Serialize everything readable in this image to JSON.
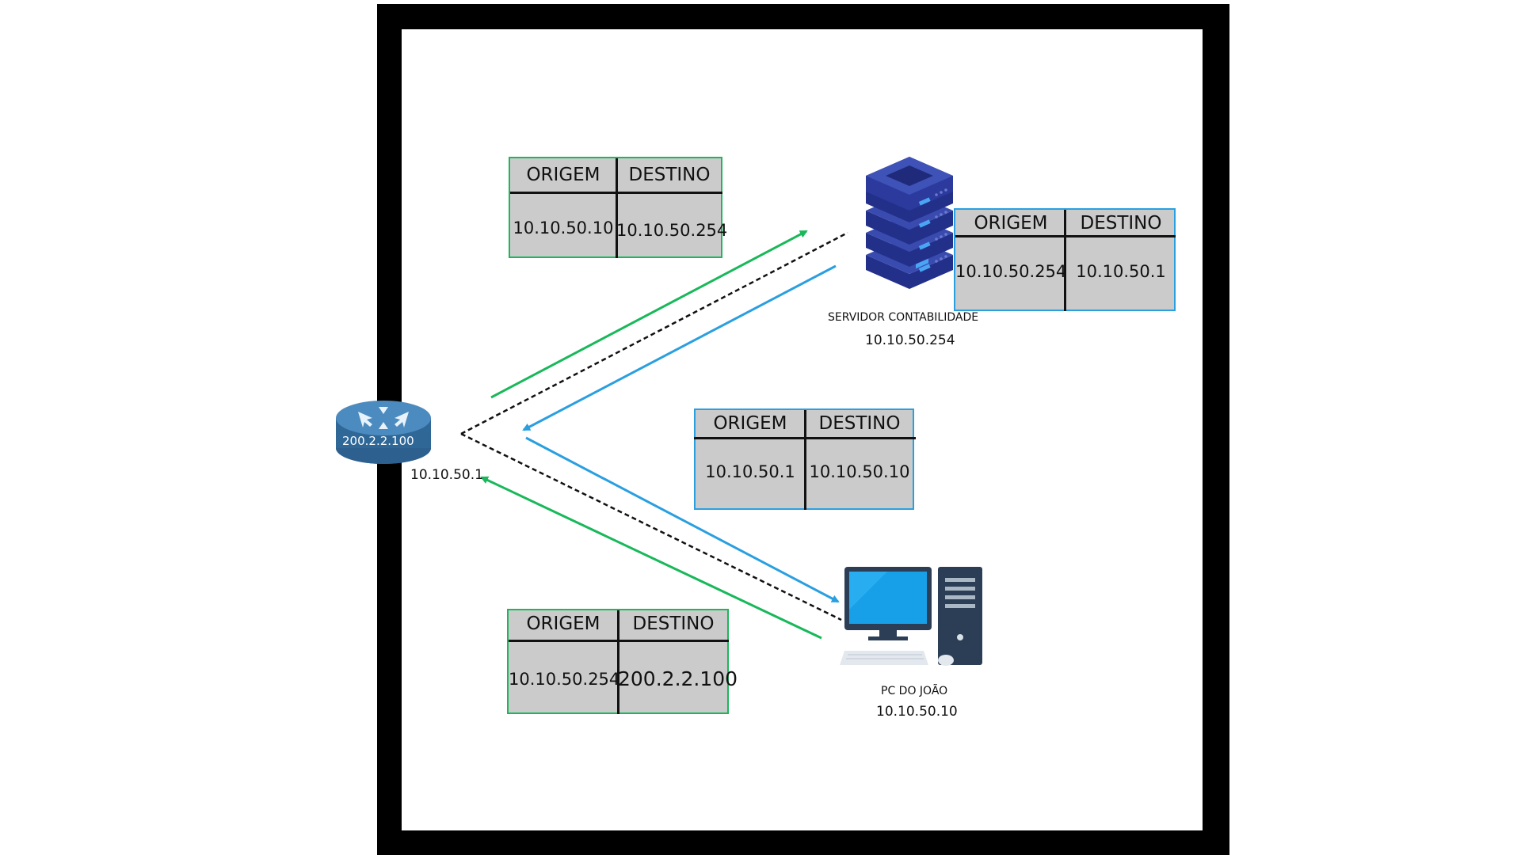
{
  "tables": [
    {
      "id": "t1",
      "header_left": "ORIGEM",
      "header_right": "DESTINO",
      "origin": "10.10.50.10",
      "dest": "10.10.50.254",
      "color": "#19b85a"
    },
    {
      "id": "t2",
      "header_left": "ORIGEM",
      "header_right": "DESTINO",
      "origin": "10.10.50.254",
      "dest": "10.10.50.1",
      "color": "#2a9fe0"
    },
    {
      "id": "t3",
      "header_left": "ORIGEM",
      "header_right": "DESTINO",
      "origin": "10.10.50.1",
      "dest": "10.10.50.10",
      "color": "#2a9fe0"
    },
    {
      "id": "t4",
      "header_left": "ORIGEM",
      "header_right": "DESTINO",
      "origin": "10.10.50.254",
      "dest": "200.2.2.100",
      "color": "#19b85a"
    }
  ],
  "router": {
    "icon": "router-icon",
    "public_ip": "200.2.2.100",
    "lan_ip": "10.10.50.1"
  },
  "server": {
    "icon": "server-stack-icon",
    "name": "SERVIDOR CONTABILIDADE",
    "ip": "10.10.50.254"
  },
  "pc": {
    "icon": "desktop-computer-icon",
    "name": "PC DO JOÃO",
    "ip": "10.10.50.10"
  },
  "colors": {
    "green": "#19b85a",
    "blue": "#2a9fe0",
    "dashed": "#111111"
  }
}
